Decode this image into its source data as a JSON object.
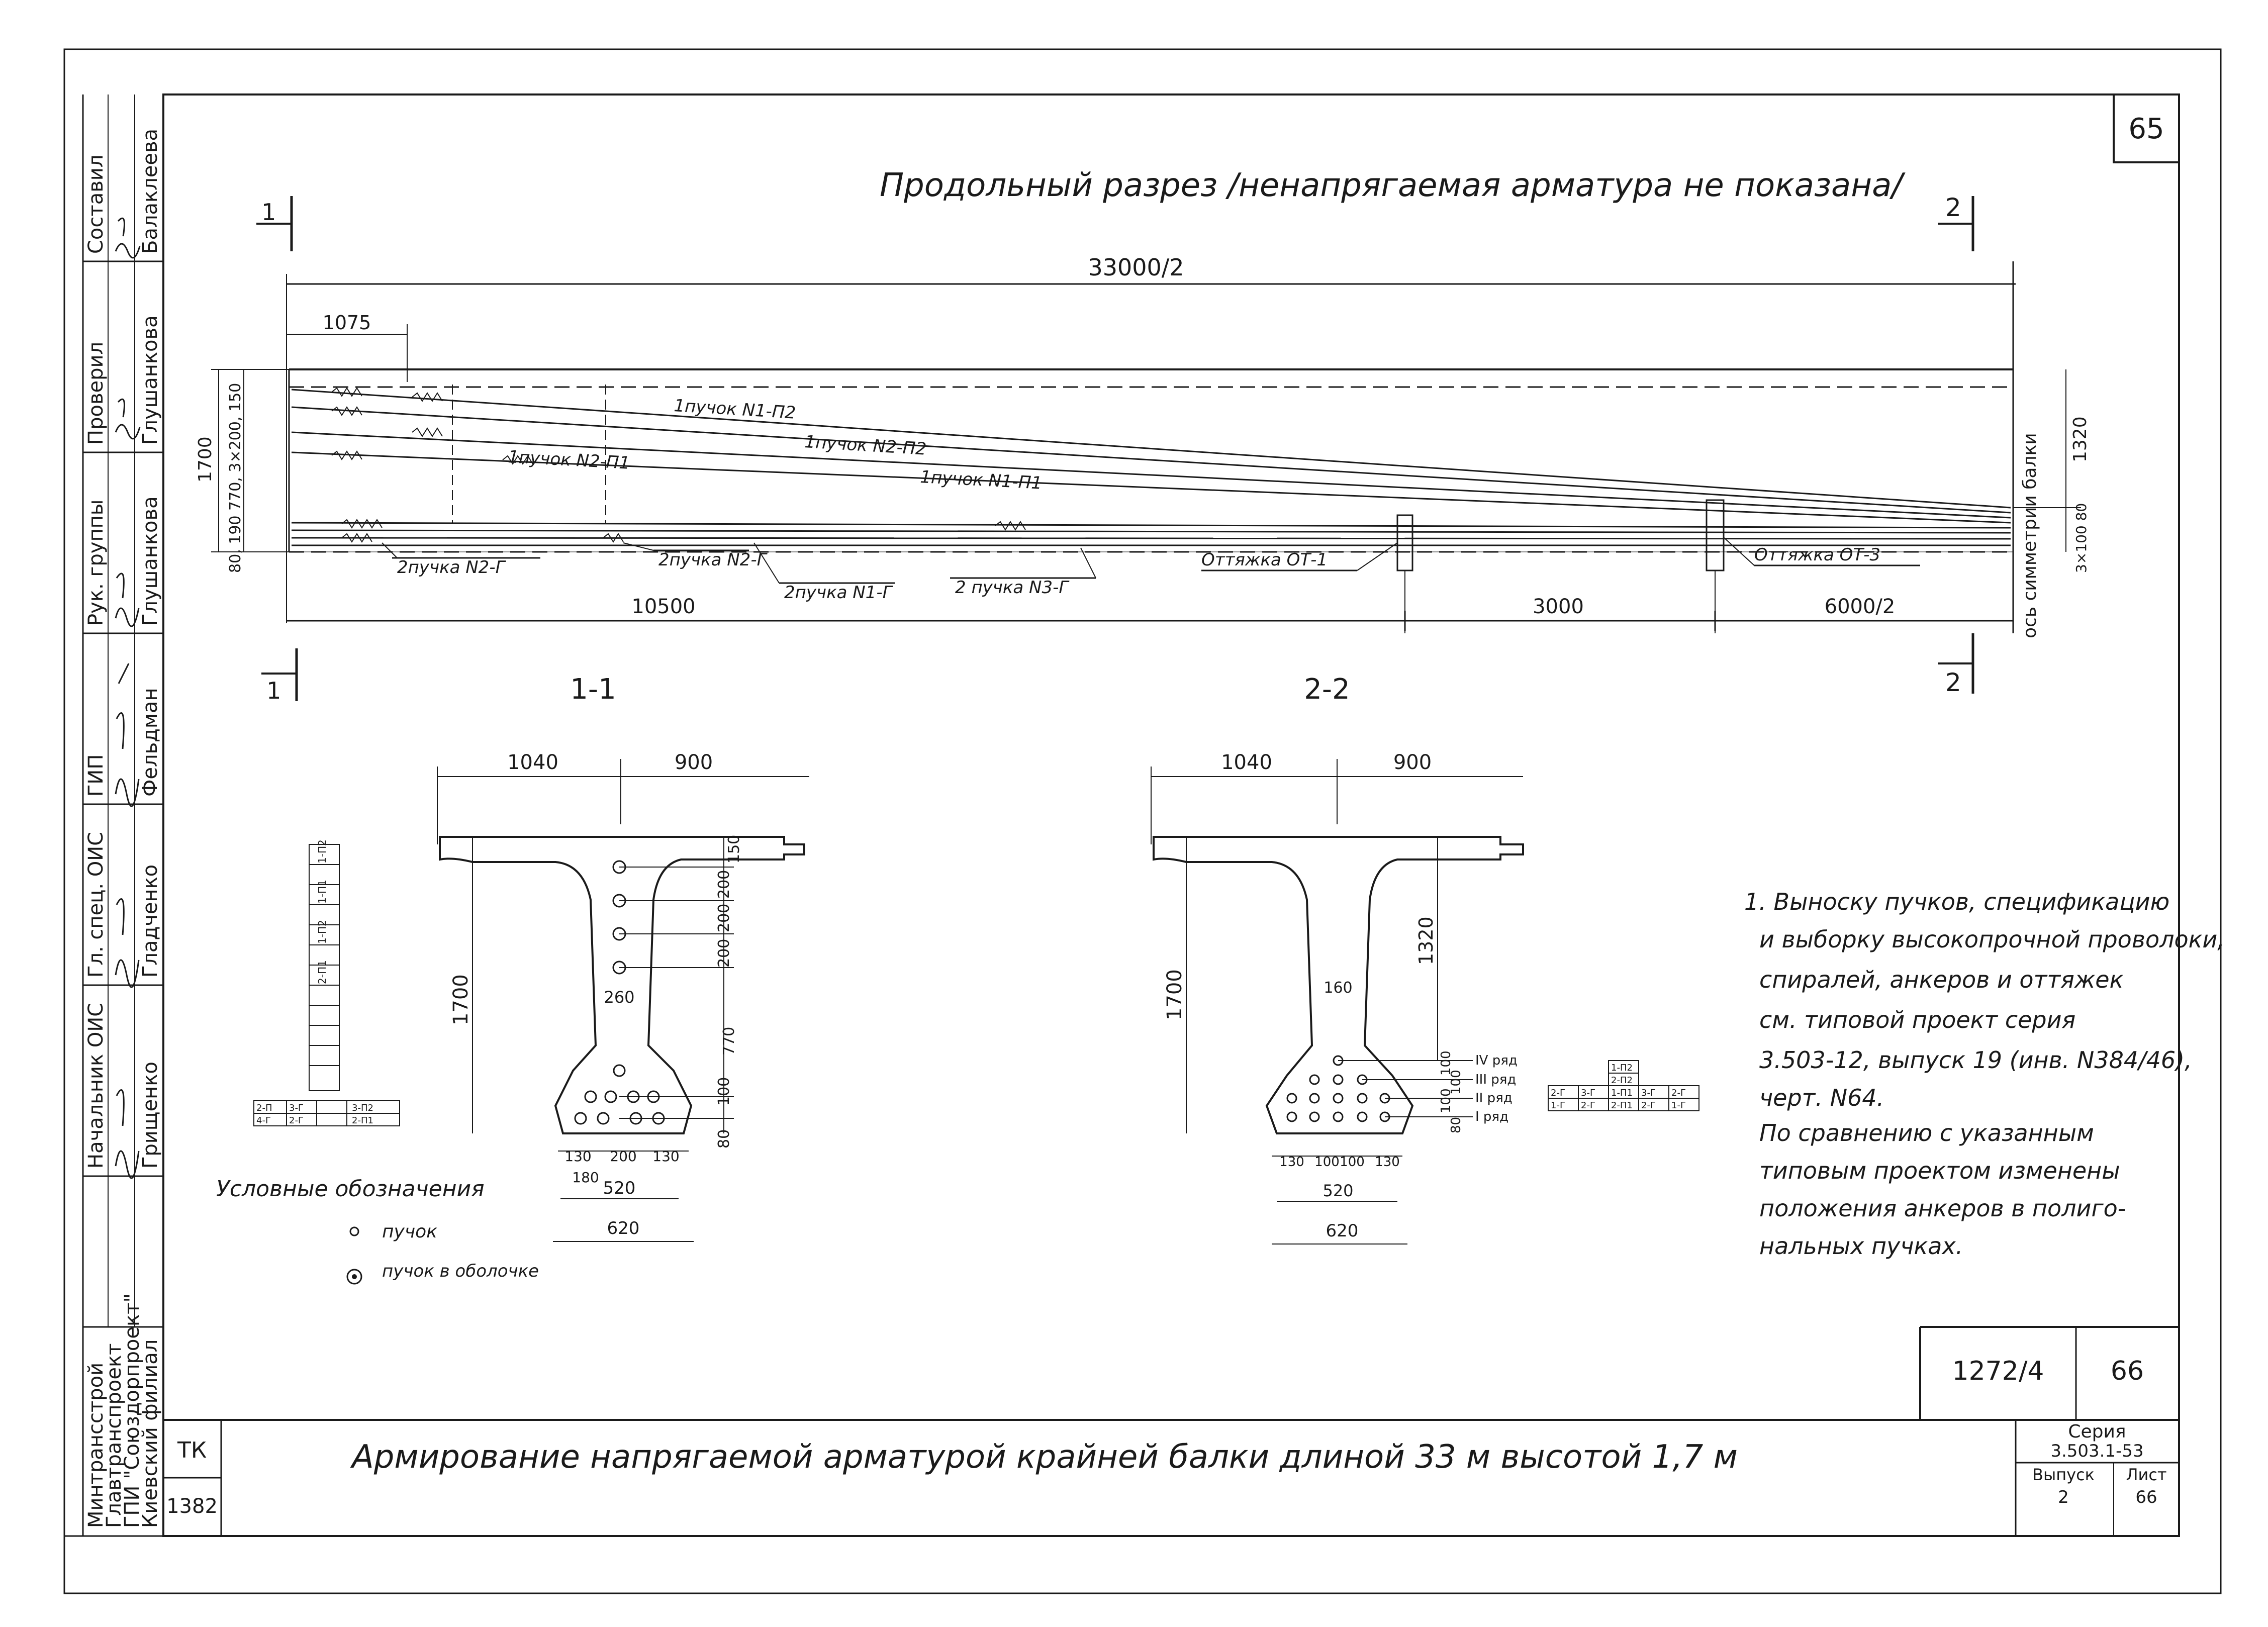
{
  "sheet": {
    "page_number": "65",
    "title": "Продольный разрез /ненапрягаемая арматура не показана/",
    "footer_title": "Армирование напрягаемой арматурой крайней балки длиной 33 м высотой 1,7 м",
    "doc_code": "1272/4",
    "doc_sheet": "66",
    "tk": "ТК",
    "year": "1382",
    "series_label": "Серия",
    "series_value": "3.503.1-53",
    "issue_label": "Выпуск",
    "issue_value": "2",
    "list_label": "Лист",
    "list_value": "66"
  },
  "org": {
    "line1": "Минтрансстрой",
    "line2": "Главтранспроект",
    "line3": "ГПИ \"Союздорпроект\"",
    "line4": "Киевский филиал"
  },
  "signatures": [
    {
      "role": "Составил",
      "name": "Балаклеева"
    },
    {
      "role": "Проверил",
      "name": "Глушанкова"
    },
    {
      "role": "Рук. группы",
      "name": "Глушанкова"
    },
    {
      "role": "ГИП",
      "name": "Фельдман"
    },
    {
      "role": "Гл. спец. ОИС",
      "name": "Гладченко"
    },
    {
      "role": "Начальник ОИС",
      "name": "Грищенко"
    }
  ],
  "elevation": {
    "total_dim": "33000/2",
    "dim_1075": "1075",
    "dim_10500": "10500",
    "dim_3000": "3000",
    "dim_6000": "6000/2",
    "dim_1700": "1700",
    "dim_1320": "1320",
    "dim_left_stack": "80, 190  770, 3×200, 150",
    "dim_right_stack": "3×100  80",
    "sym_axis": "ось симметрии балки",
    "section_mark_1": "1",
    "section_mark_2": "2",
    "tendon_labels": [
      "1пучок N1-П2",
      "1пучок N2-П2",
      "1пучок N2-П1",
      "1пучок N1-П1",
      "2пучка N2-Г",
      "2пучка N2-Г",
      "2пучка N1-Г",
      "2 пучка N3-Г"
    ],
    "anchor_1": "Оттяжка ОТ-1",
    "anchor_3": "Оттяжка ОТ-3"
  },
  "section_1": {
    "title": "1-1",
    "dim_top_left": "1040",
    "dim_top_right": "900",
    "dim_height": "1700",
    "dim_right": [
      "150",
      "200",
      "200",
      "200",
      "770",
      "100",
      "80"
    ],
    "dim_web": "260",
    "dim_bottom": [
      "130",
      "200",
      "130"
    ],
    "dim_180": "180",
    "dim_520": "520",
    "dim_620": "620"
  },
  "section_2": {
    "title": "2-2",
    "dim_top_left": "1040",
    "dim_top_right": "900",
    "dim_height": "1700",
    "dim_1320": "1320",
    "dim_web": "160",
    "rows": [
      "IV ряд",
      "III ряд",
      "II ряд",
      "I ряд"
    ],
    "dim_side": [
      "100",
      "100",
      "100",
      "80"
    ],
    "dim_bottom": [
      "130",
      "100",
      "100",
      "130"
    ],
    "dim_520": "520",
    "dim_620": "620"
  },
  "legend": {
    "title": "Условные обозначения",
    "item1": "пучок",
    "item2": "пучок в оболочке"
  },
  "schematic_1": {
    "cells": [
      "1-П2",
      "1-П1",
      "1-П2",
      "2-П1"
    ],
    "bottom": [
      "2-П",
      "3-Г",
      "3-П2",
      "4-Г",
      "2-Г",
      "2-П1"
    ]
  },
  "schematic_2": {
    "top": [
      "1-П2",
      "2-П2"
    ],
    "row1": [
      "2-Г",
      "3-Г",
      "1-П1",
      "3-Г",
      "2-Г"
    ],
    "row2": [
      "1-Г",
      "2-Г",
      "2-П1",
      "2-Г",
      "1-Г"
    ]
  },
  "notes": {
    "lines": [
      "1. Выноску пучков, спецификацию",
      "и выборку высокопрочной проволоки,",
      "спиралей, анкеров и оттяжек",
      "см. типовой проект серия",
      "3.503-12, выпуск 19 (инв. N384/46),",
      "черт. N64.",
      "По сравнению с указанным",
      "типовым проектом изменены",
      "положения анкеров в полиго-",
      "нальных пучках."
    ]
  }
}
